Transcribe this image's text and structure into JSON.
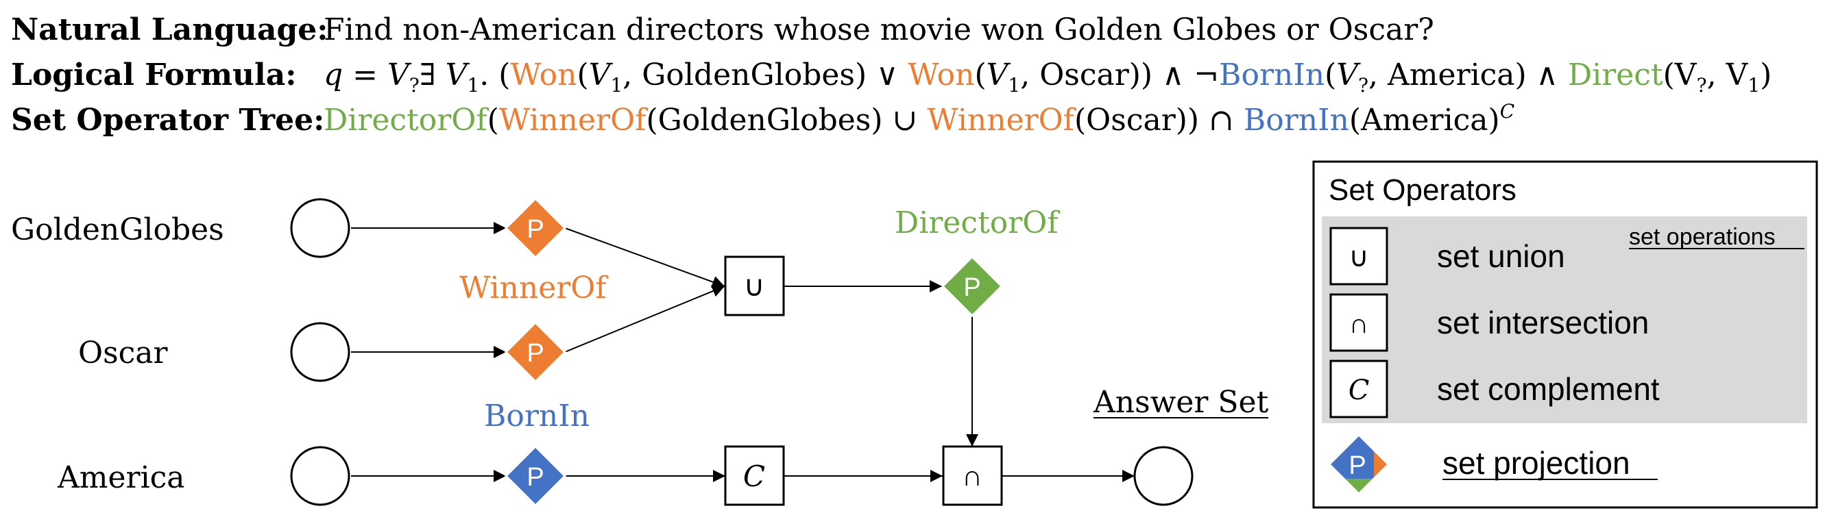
{
  "header": {
    "nl_label": "Natural Language:",
    "nl_text": "Find non-American directors whose movie won  Golden Globes or Oscar?",
    "lf_label": "Logical Formula:",
    "lf": {
      "q": "q",
      "eq": " = ",
      "v_target": "V",
      "sub_q": "?",
      "exists": "∃ ",
      "v1": "V",
      "sub_1": "1",
      "dot_open": ". (",
      "won": "Won",
      "arg_open": "(",
      "golden": ", GoldenGlobes) ∨ ",
      "oscar": ", Oscar)) ∧ ¬",
      "bornin": "BornIn",
      "america": ", America) ∧ ",
      "direct": "Direct",
      "vq_plain": "(V",
      "tail_mid": ", V",
      "close": ")"
    },
    "sot_label": "Set Operator Tree:",
    "sot": {
      "directorof": "DirectorOf",
      "open": "(",
      "winnerof": "WinnerOf",
      "golden": "(GoldenGlobes) ∪ ",
      "oscar": "(Oscar)) ∩ ",
      "bornin": "BornIn",
      "america": "(America)",
      "sup_c": "C"
    }
  },
  "diagram": {
    "inputs": [
      "GoldenGlobes",
      "Oscar",
      "America"
    ],
    "relations": {
      "winnerof": "WinnerOf",
      "directorof": "DirectorOf",
      "bornin": "BornIn"
    },
    "projection_symbol": "P",
    "union_symbol": "∪",
    "intersection_symbol": "∩",
    "complement_symbol": "C",
    "answer_label": "Answer Set"
  },
  "legend": {
    "title": "Set Operators",
    "group_label": "set operations",
    "items": [
      {
        "symbol": "∪",
        "label": "set union"
      },
      {
        "symbol": "∩",
        "label": "set intersection"
      },
      {
        "symbol": "C",
        "label": "set complement"
      }
    ],
    "projection_label": "set projection"
  },
  "colors": {
    "orange": "#ED7D31",
    "green": "#70AD47",
    "blue": "#4472C4",
    "gray": "#D9D9D9",
    "text": "#000000"
  }
}
